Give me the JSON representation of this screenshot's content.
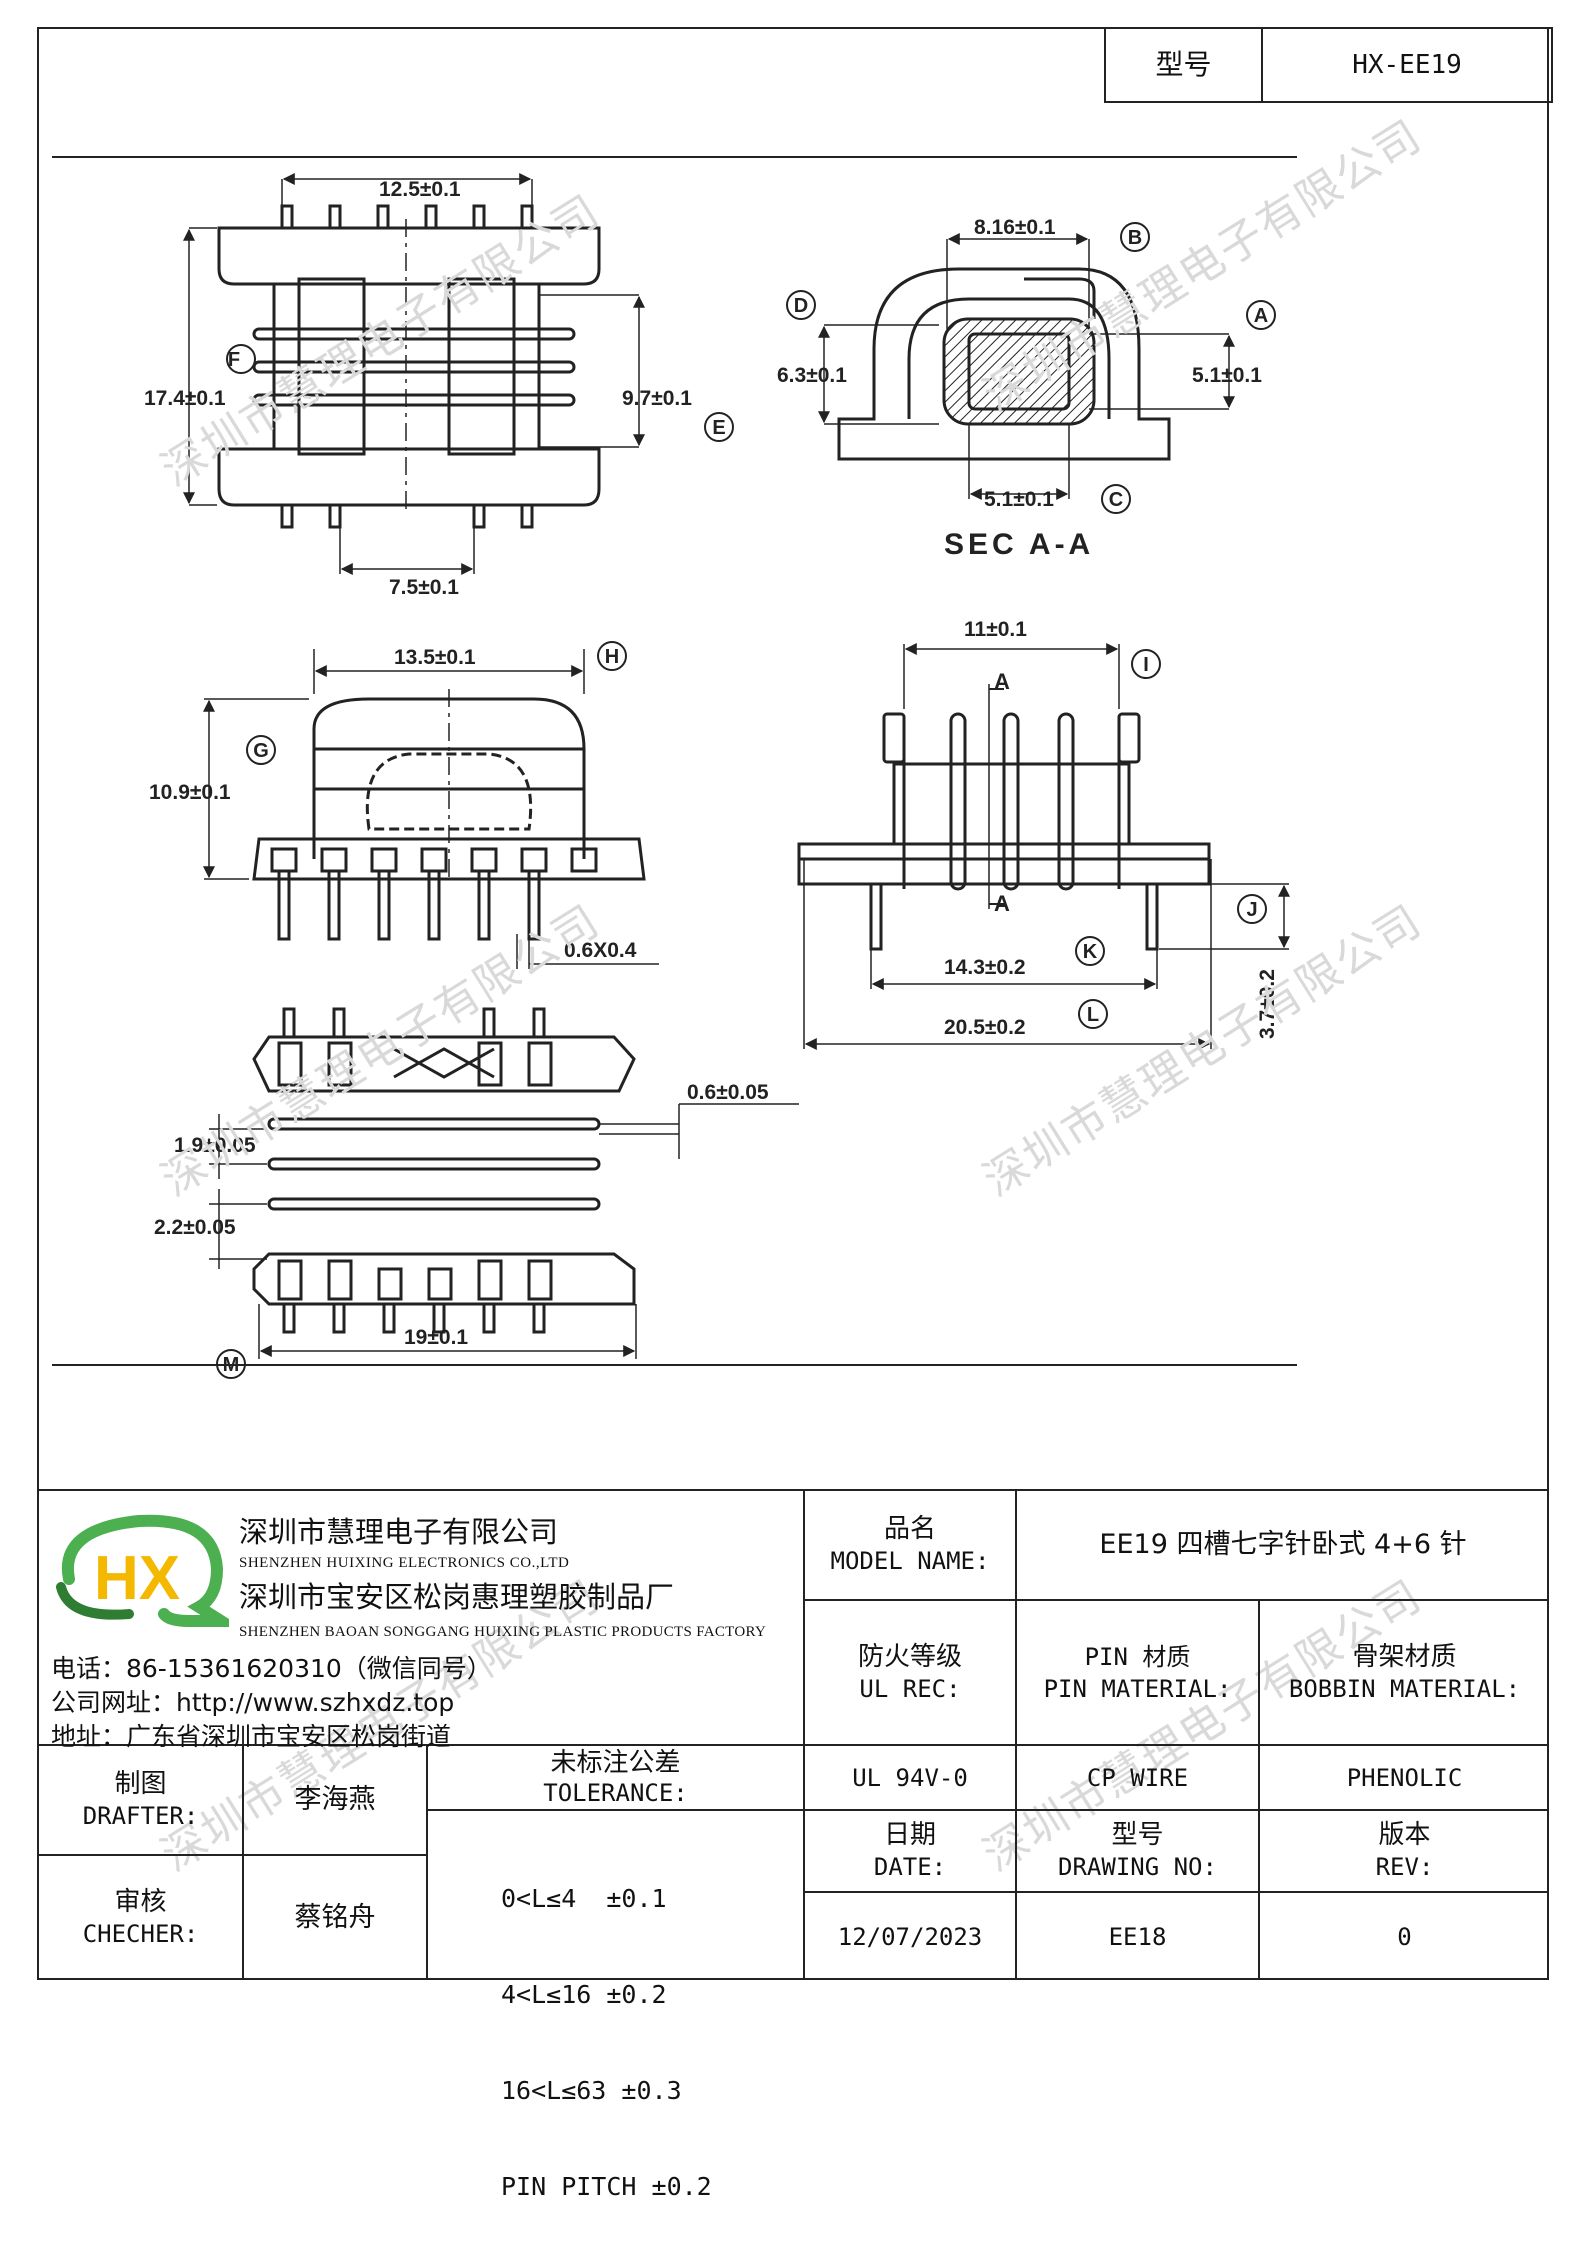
{
  "header": {
    "model_label": "型号",
    "model_value": "HX-EE19"
  },
  "drawing": {
    "top_view": {
      "dim_top": "12.5±0.1",
      "dim_f": "17.4±0.1",
      "label_f": "F",
      "dim_e": "9.7±0.1",
      "label_e": "E",
      "dim_bottom": "7.5±0.1"
    },
    "section": {
      "dim_b": "8.16±0.1",
      "label_b": "B",
      "label_d": "D",
      "dim_d": "6.3±0.1",
      "label_a": "A",
      "dim_a": "5.1±0.1",
      "dim_c": "5.1±0.1",
      "label_c": "C",
      "caption": "SEC A-A"
    },
    "front_view": {
      "dim_h": "13.5±0.1",
      "label_h": "H",
      "label_g": "G",
      "dim_g": "10.9±0.1",
      "pin_size": "0.6X0.4"
    },
    "side_view": {
      "dim_i": "11±0.1",
      "label_i": "I",
      "section_mark_top": "A",
      "section_mark_bottom": "A",
      "label_j": "J",
      "dim_k": "14.3±0.2",
      "label_k": "K",
      "dim_l": "20.5±0.2",
      "label_l": "L",
      "dim_j": "3.7±0.2"
    },
    "bottom_view": {
      "dim_slot": "0.6±0.05",
      "dim_1": "1.9±0.05",
      "dim_2": "2.2±0.05",
      "label_m": "M",
      "dim_m": "19±0.1"
    }
  },
  "watermark": "深圳市慧理电子有限公司",
  "company": {
    "logo_text": "HX",
    "name_cn": "深圳市慧理电子有限公司",
    "name_en": "SHENZHEN HUIXING ELECTRONICS CO.,LTD",
    "factory_cn": "深圳市宝安区松岗惠理塑胶制品厂",
    "factory_en": "SHENZHEN BAOAN SONGGANG HUIXING PLASTIC PRODUCTS FACTORY",
    "phone": "电话：86-15361620310（微信同号）",
    "website": "公司网址：http://www.szhxdz.top",
    "address": "地址：广东省深圳市宝安区松岗街道"
  },
  "title_block": {
    "model_name_cn": "品名",
    "model_name_en": "MODEL NAME:",
    "model_name_value": "EE19 四槽七字针卧式 4+6 针",
    "ul_cn": "防火等级",
    "ul_en": "UL REC:",
    "pin_material_cn": "PIN 材质",
    "pin_material_en": "PIN MATERIAL:",
    "bobbin_material_cn": "骨架材质",
    "bobbin_material_en": "BOBBIN MATERIAL:",
    "ul_value": "UL 94V-0",
    "pin_value": "CP WIRE",
    "bobbin_value": "PHENOLIC",
    "drafter_cn": "制图",
    "drafter_en": "DRAFTER:",
    "drafter_name": "李海燕",
    "checker_cn": "审核",
    "checker_en": "CHECHER:",
    "checker_name": "蔡铭舟",
    "tolerance_cn": "未标注公差",
    "tolerance_en": "TOLERANCE:",
    "tolerances": [
      "0<L≤4  ±0.1",
      "4<L≤16 ±0.2",
      "16<L≤63 ±0.3",
      "PIN PITCH ±0.2"
    ],
    "date_cn": "日期",
    "date_en": "DATE:",
    "date_value": "12/07/2023",
    "drawing_no_cn": "型号",
    "drawing_no_en": "DRAWING NO:",
    "drawing_no_value": "EE18",
    "rev_cn": "版本",
    "rev_en": "REV:",
    "rev_value": "0"
  }
}
